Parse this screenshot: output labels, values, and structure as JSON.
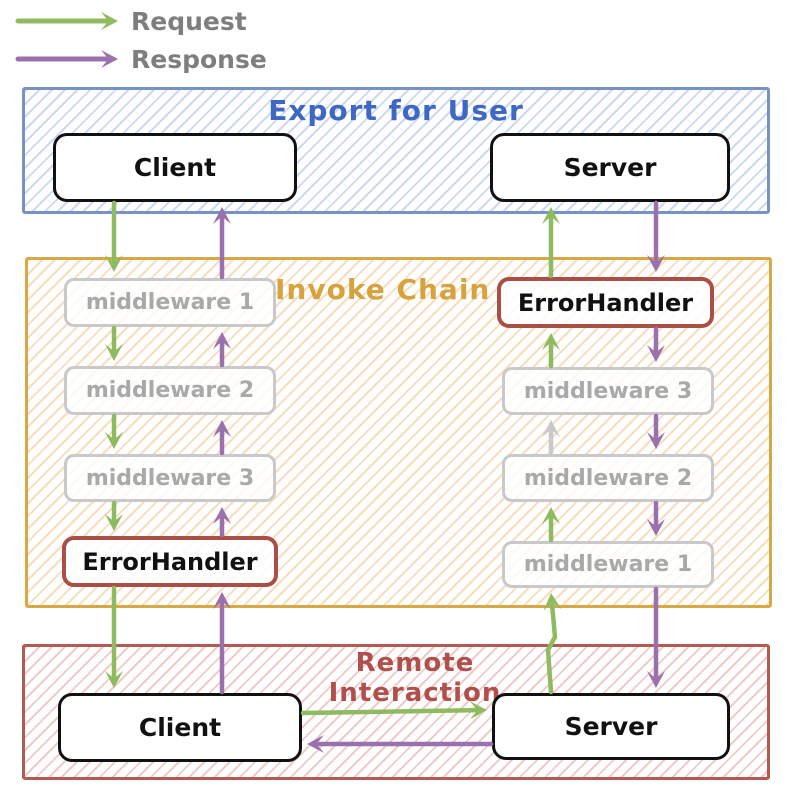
{
  "legend": {
    "items": [
      {
        "label": "Request",
        "arrow": "green-right-arrow"
      },
      {
        "label": "Response",
        "arrow": "purple-right-arrow"
      }
    ]
  },
  "sections": {
    "export": {
      "title": "Export for User",
      "nodes": {
        "client": "Client",
        "server": "Server"
      }
    },
    "invoke": {
      "title": "Invoke Chain",
      "client_chain": [
        "middleware 1",
        "middleware 2",
        "middleware 3"
      ],
      "client_error_handler": "ErrorHandler",
      "server_error_handler": "ErrorHandler",
      "server_chain": [
        "middleware 3",
        "middleware 2",
        "middleware 1"
      ]
    },
    "remote": {
      "title_line1": "Remote",
      "title_line2": "Interaction",
      "nodes": {
        "client": "Client",
        "server": "Server"
      }
    }
  },
  "colors": {
    "request_green": "#8fbb60",
    "response_purple": "#9a70ad",
    "neutral_gray_arrow": "#c9c9c9",
    "legend_text": "#7e7e7e",
    "export_border": "#7793c6",
    "export_title": "#3e68c4",
    "export_hatch": "#ccd9ee",
    "invoke_border": "#d9a843",
    "invoke_title": "#d6a33f",
    "invoke_hatch": "#f7ddbe",
    "remote_border": "#b25b52",
    "remote_title": "#b04f4b",
    "remote_hatch": "#efccc8",
    "error_handler_border": "#a84f46",
    "middleware_border": "#c9c9c9",
    "middleware_text": "#a9a9a9",
    "node_border": "#111111"
  }
}
